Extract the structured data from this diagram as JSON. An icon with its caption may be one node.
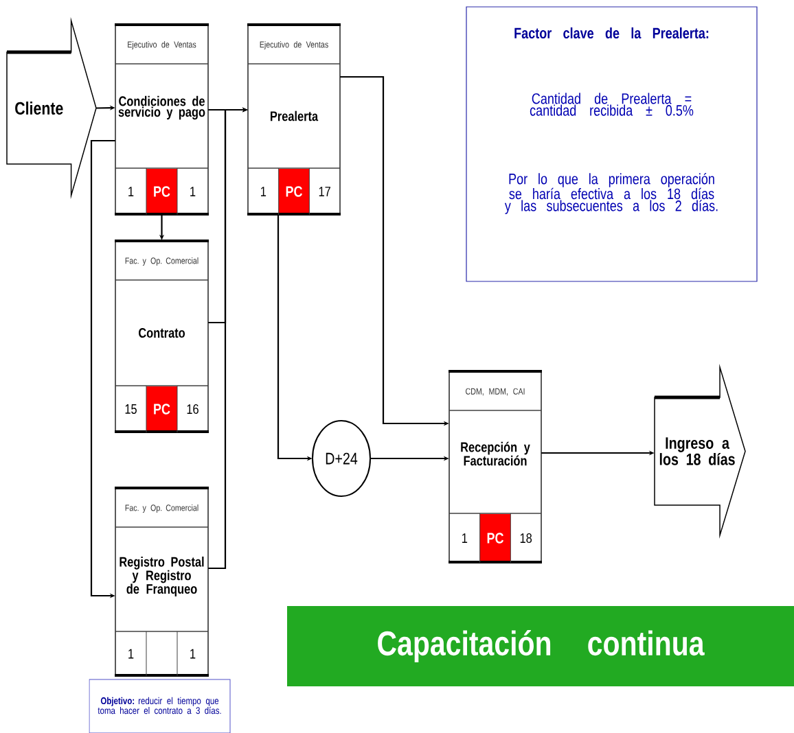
{
  "diagram": {
    "nodes": [
      {
        "text": [
          "Cliente"
        ]
      },
      {
        "text": [
          "Ejecutivo de Ventas",
          "Condiciones de servicio y pago",
          "1",
          "PC",
          "1"
        ]
      },
      {
        "text": [
          "Fac. y Op. Comercial",
          "Contrato",
          "15",
          "PC",
          "16"
        ]
      },
      {
        "text": [
          "Fac. y Op. Comercial",
          "Registro Postal y Registro de Franqueo",
          "1",
          "1"
        ]
      },
      {
        "text": [
          "Ejecutivo de Ventas",
          "Prealerta",
          "1",
          "PC",
          "17"
        ]
      },
      {
        "text": [
          "Factor clave de la Prealerta:",
          "Cantidad de Prealerta = cantidad recibida ± 0.5%",
          "Por lo que la primera operación se haría efectiva a los 18 días y las subsecuentes a los 2 días."
        ]
      },
      {
        "text": [
          "D+24"
        ]
      },
      {
        "text": [
          "CDM, MDM, CAI",
          "Recepción y Facturación",
          "1",
          "PC",
          "18"
        ]
      },
      {
        "text": [
          "Ingreso a los 18 días"
        ]
      },
      {
        "text": [
          "**Objetivo:** reducir el tiempo que toma hacer el contrato a 3 días."
        ]
      },
      {
        "text": [
          "Capacitación continua"
        ]
      }
    ],
    "edges": [
      {
        "from": 0,
        "to": 1,
        "arrow": "to"
      },
      {
        "from": 1,
        "to": 3,
        "arrow": "to"
      },
      {
        "from": 1,
        "to": 4,
        "arrow": "to"
      },
      {
        "from": 2,
        "to": 4,
        "arrow": "to"
      },
      {
        "from": 3,
        "to": 4,
        "arrow": "to"
      },
      {
        "from": 1,
        "to": 2,
        "arrow": "to"
      },
      {
        "from": 4,
        "to": 7,
        "arrow": "to"
      },
      {
        "from": 4,
        "to": 6,
        "arrow": "to"
      },
      {
        "from": 6,
        "to": 7,
        "arrow": "to"
      },
      {
        "from": 7,
        "to": 8,
        "arrow": "to"
      }
    ]
  }
}
